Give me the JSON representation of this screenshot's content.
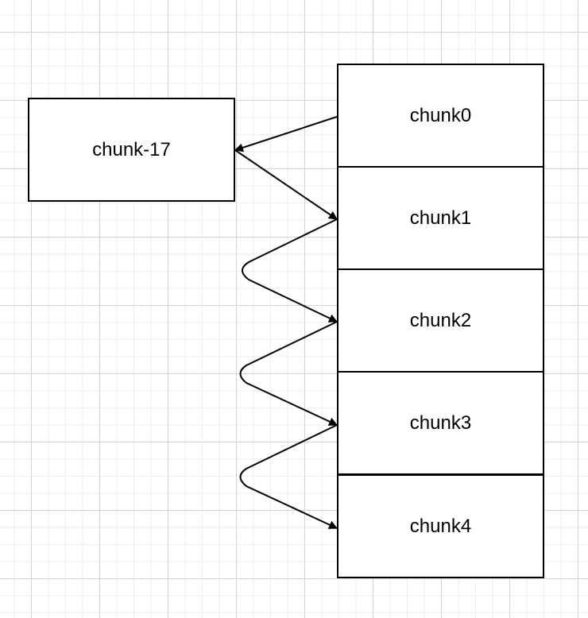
{
  "nodes": {
    "chunk_neg17": "chunk-17",
    "chunk0": "chunk0",
    "chunk1": "chunk1",
    "chunk2": "chunk2",
    "chunk3": "chunk3",
    "chunk4": "chunk4"
  },
  "edges": [
    {
      "from": "chunk0",
      "to": "chunk-17"
    },
    {
      "from": "chunk-17",
      "to": "chunk1"
    },
    {
      "from": "chunk1",
      "to": "chunk2"
    },
    {
      "from": "chunk2",
      "to": "chunk3"
    },
    {
      "from": "chunk3",
      "to": "chunk4"
    }
  ],
  "colors": {
    "stroke": "#000000",
    "grid": "#d4d4d4",
    "background": "#ffffff"
  }
}
